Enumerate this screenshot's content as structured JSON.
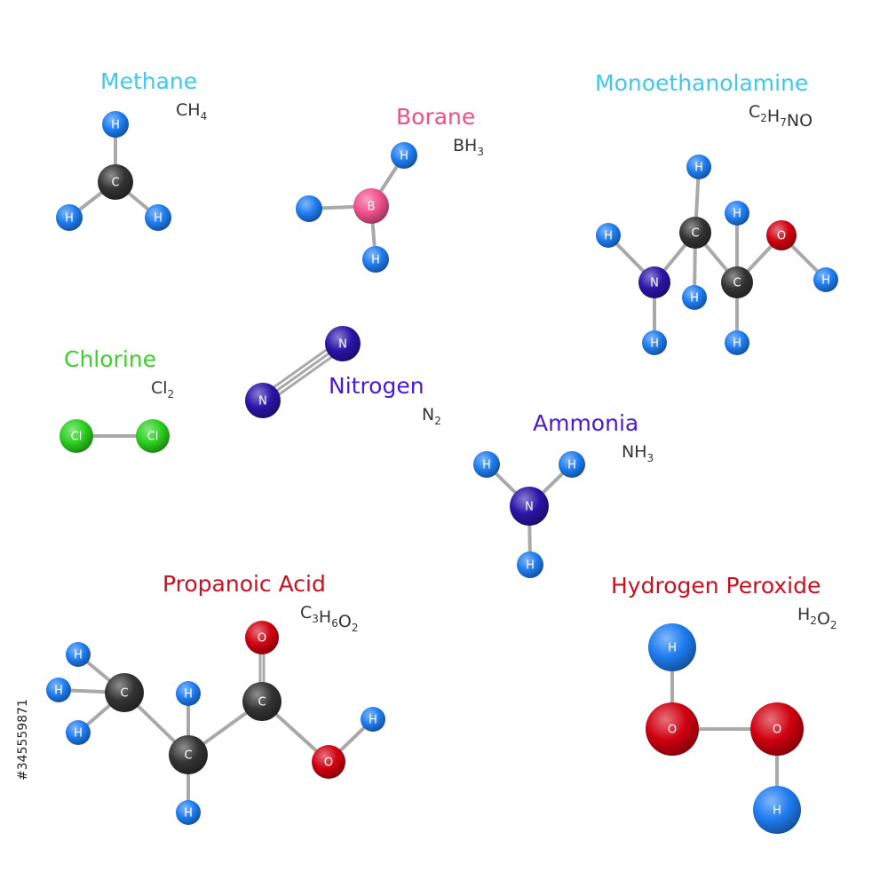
{
  "colors": {
    "H": "#1e7cf0",
    "C": "#333333",
    "B": "#f0508c",
    "N": "#2a14a8",
    "O": "#d00010",
    "Cl": "#2bd01f",
    "bond": "#a9a9a9",
    "title_cyan": "#3fc8ee",
    "title_pink": "#f05080",
    "title_green": "#3bd12a",
    "title_purple": "#4a18d8",
    "title_red": "#c8101e"
  },
  "molecules": [
    {
      "key": "methane",
      "title": "Methane",
      "title_color": "#3fc8ee",
      "formula": [
        [
          "CH",
          false
        ],
        [
          "4",
          true
        ]
      ],
      "atoms": [
        [
          "C",
          "C"
        ],
        [
          "H",
          "H"
        ],
        [
          "H",
          "H"
        ],
        [
          "H",
          "H"
        ]
      ]
    },
    {
      "key": "borane",
      "title": "Borane",
      "title_color": "#f05080",
      "formula": [
        [
          "BH",
          false
        ],
        [
          "3",
          true
        ]
      ],
      "atoms": [
        [
          "B",
          "B"
        ],
        [
          "H",
          "H"
        ],
        [
          "H",
          "H"
        ],
        [
          "H",
          ""
        ]
      ]
    },
    {
      "key": "monoethanolamine",
      "title": "Monoethanolamine",
      "title_color": "#3fc8ee",
      "formula": [
        [
          "C",
          false
        ],
        [
          "2",
          true
        ],
        [
          "H",
          false
        ],
        [
          "7",
          true
        ],
        [
          "NO",
          false
        ]
      ],
      "atoms": [
        [
          "N",
          "N"
        ],
        [
          "C",
          "C"
        ],
        [
          "C",
          "C"
        ],
        [
          "O",
          "O"
        ],
        [
          "H",
          "H"
        ],
        [
          "H",
          "H"
        ],
        [
          "H",
          "H"
        ],
        [
          "H",
          "H"
        ],
        [
          "H",
          "H"
        ],
        [
          "H",
          "H"
        ],
        [
          "H",
          "H"
        ]
      ]
    },
    {
      "key": "chlorine",
      "title": "Chlorine",
      "title_color": "#3bd12a",
      "formula": [
        [
          "Cl",
          false
        ],
        [
          "2",
          true
        ]
      ],
      "atoms": [
        [
          "Cl",
          "Cl"
        ],
        [
          "Cl",
          "Cl"
        ]
      ]
    },
    {
      "key": "nitrogen",
      "title": "Nitrogen",
      "title_color": "#4a18d8",
      "formula": [
        [
          "N",
          false
        ],
        [
          "2",
          true
        ]
      ],
      "atoms": [
        [
          "N",
          "N"
        ],
        [
          "N",
          "N"
        ]
      ]
    },
    {
      "key": "ammonia",
      "title": "Ammonia",
      "title_color": "#4a18d8",
      "formula": [
        [
          "NH",
          false
        ],
        [
          "3",
          true
        ]
      ],
      "atoms": [
        [
          "N",
          "N"
        ],
        [
          "H",
          "H"
        ],
        [
          "H",
          "H"
        ],
        [
          "H",
          "H"
        ]
      ]
    },
    {
      "key": "propanoic-acid",
      "title": "Propanoic Acid",
      "title_color": "#c8101e",
      "formula": [
        [
          "C",
          false
        ],
        [
          "3",
          true
        ],
        [
          "H",
          false
        ],
        [
          "6",
          true
        ],
        [
          "O",
          false
        ],
        [
          "2",
          true
        ]
      ],
      "atoms": [
        [
          "C",
          "C"
        ],
        [
          "C",
          "C"
        ],
        [
          "C",
          "C"
        ],
        [
          "O",
          "O"
        ],
        [
          "O",
          "O"
        ],
        [
          "H",
          "H"
        ],
        [
          "H",
          "H"
        ],
        [
          "H",
          "H"
        ],
        [
          "H",
          "H"
        ],
        [
          "H",
          "H"
        ],
        [
          "H",
          "H"
        ]
      ]
    },
    {
      "key": "hydrogen-peroxide",
      "title": "Hydrogen Peroxide",
      "title_color": "#c8101e",
      "formula": [
        [
          "H",
          false
        ],
        [
          "2",
          true
        ],
        [
          "O",
          false
        ],
        [
          "2",
          true
        ]
      ],
      "atoms": [
        [
          "O",
          "O"
        ],
        [
          "O",
          "O"
        ],
        [
          "H",
          "H"
        ],
        [
          "H",
          "H"
        ]
      ]
    }
  ],
  "stock_id": "#345559871"
}
